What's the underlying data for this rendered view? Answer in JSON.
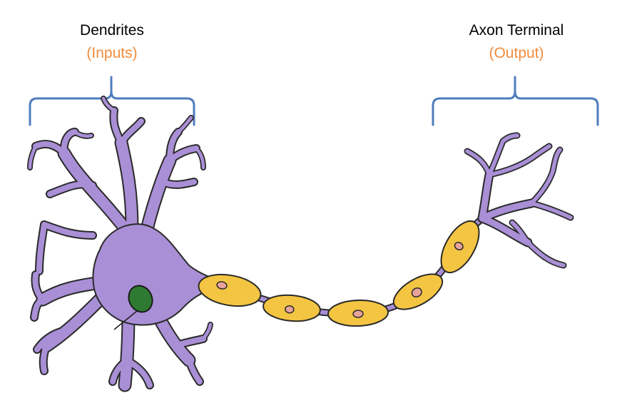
{
  "labels": {
    "dendrites": {
      "title": "Dendrites",
      "subtitle": "(Inputs)"
    },
    "axon_terminal": {
      "title": "Axon Terminal",
      "subtitle": "(Output)"
    }
  },
  "colors": {
    "neuron_body": "#a98fd6",
    "neuron_outline": "#2a2a2a",
    "nucleus": "#2f7a33",
    "myelin": "#f4c542",
    "myelin_nucleus": "#e8a39c",
    "bracket": "#4f7dbd",
    "title_text": "#000000",
    "subtitle_text": "#f08c3c"
  }
}
